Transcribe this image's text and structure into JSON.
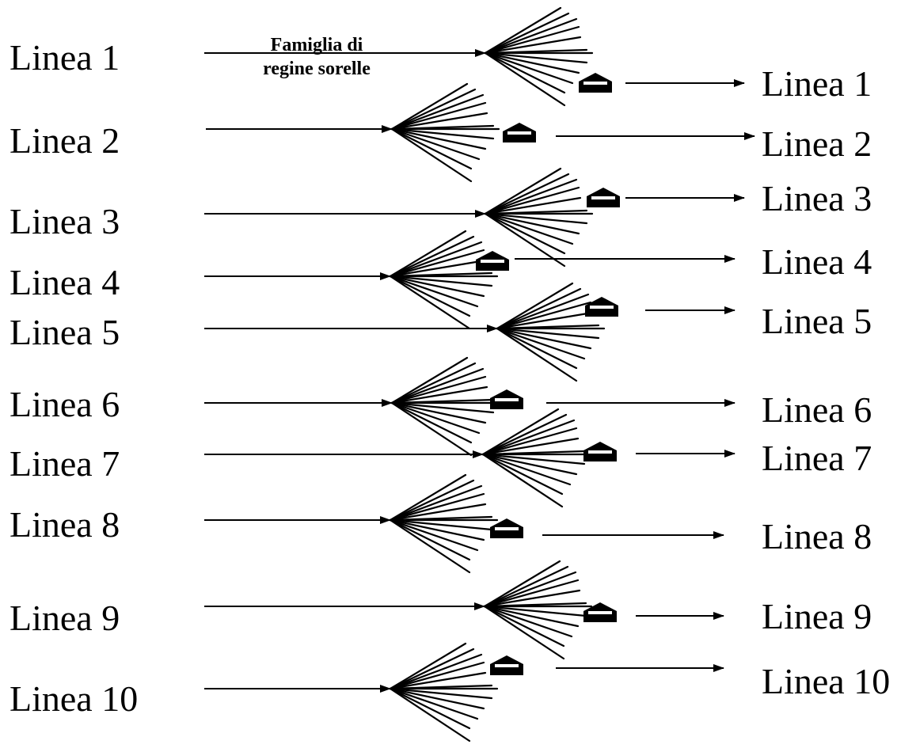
{
  "annotation": {
    "line1": "Famiglia di",
    "line2": "regine sorelle"
  },
  "left_labels": [
    "Linea 1",
    "Linea 2",
    "Linea 3",
    "Linea 4",
    "Linea 5",
    "Linea 6",
    "Linea 7",
    "Linea 8",
    "Linea 9",
    "Linea 10"
  ],
  "right_labels": [
    "Linea 1",
    "Linea 2",
    "Linea 3",
    "Linea 4",
    "Linea 5",
    "Linea 6",
    "Linea 7",
    "Linea 8",
    "Linea 9",
    "Linea 10"
  ],
  "icons": {
    "queen_cell": "queen-cell-icon"
  },
  "colors": {
    "ink": "#000000",
    "background": "#ffffff"
  }
}
